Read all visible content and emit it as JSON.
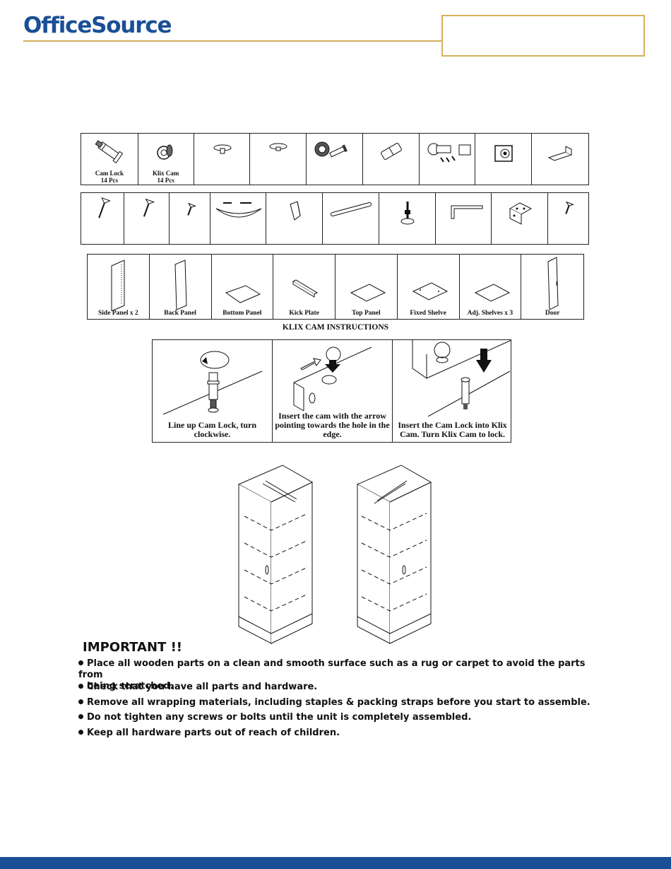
{
  "header": {
    "brand": "OfficeSource"
  },
  "hardware_row1": [
    {
      "icon": "cam-lock-icon",
      "label": "Cam Lock",
      "qty": "14 Pcs"
    },
    {
      "icon": "klix-cam-icon",
      "label": "Klix Cam",
      "qty": "14 Pcs"
    },
    {
      "icon": "shelf-pin-icon",
      "label": "",
      "qty": ""
    },
    {
      "icon": "shelf-pin-icon",
      "label": "",
      "qty": ""
    },
    {
      "icon": "cam-fitting-icon",
      "label": "",
      "qty": ""
    },
    {
      "icon": "dowel-icon",
      "label": "",
      "qty": ""
    },
    {
      "icon": "hinge-icon",
      "label": "",
      "qty": ""
    },
    {
      "icon": "lock-plate-icon",
      "label": "",
      "qty": ""
    },
    {
      "icon": "bracket-icon",
      "label": "",
      "qty": ""
    }
  ],
  "hardware_row2_icons": [
    "screw-icon",
    "screw-icon",
    "small-screw-icon",
    "handle-icon",
    "door-bumper-icon",
    "rod-icon",
    "leveler-icon",
    "allen-key-icon",
    "angle-bracket-icon",
    "tiny-screw-icon"
  ],
  "panels": [
    {
      "icon": "side-panel-icon",
      "label": "Side Panel x 2"
    },
    {
      "icon": "back-panel-icon",
      "label": "Back Panel"
    },
    {
      "icon": "bottom-panel-icon",
      "label": "Bottom Panel"
    },
    {
      "icon": "kick-plate-icon",
      "label": "Kick Plate"
    },
    {
      "icon": "top-panel-icon",
      "label": "Top Panel"
    },
    {
      "icon": "fixed-shelf-icon",
      "label": "Fixed Shelve"
    },
    {
      "icon": "adj-shelf-icon",
      "label": "Adj. Shelves x 3"
    },
    {
      "icon": "door-icon",
      "label": "Door"
    }
  ],
  "klix": {
    "title": "KLIX CAM INSTRUCTIONS",
    "steps": [
      "Line up Cam Lock, turn clockwise.",
      "Insert the cam with the arrow pointing towards the hole in the edge.",
      "Insert the Cam Lock into Klix Cam. Turn Klix Cam to lock."
    ]
  },
  "important": {
    "title": "IMPORTANT !!",
    "items": [
      "Place all wooden parts on a clean and smooth surface such as a rug or carpet to avoid the parts from",
      "being scratched.",
      "Check that you have all parts and hardware.",
      "Remove all wrapping materials, including staples & packing straps before you start to assemble.",
      "Do not tighten any screws or bolts until the unit is completely assembled.",
      "Keep all hardware parts out of reach of children."
    ]
  }
}
